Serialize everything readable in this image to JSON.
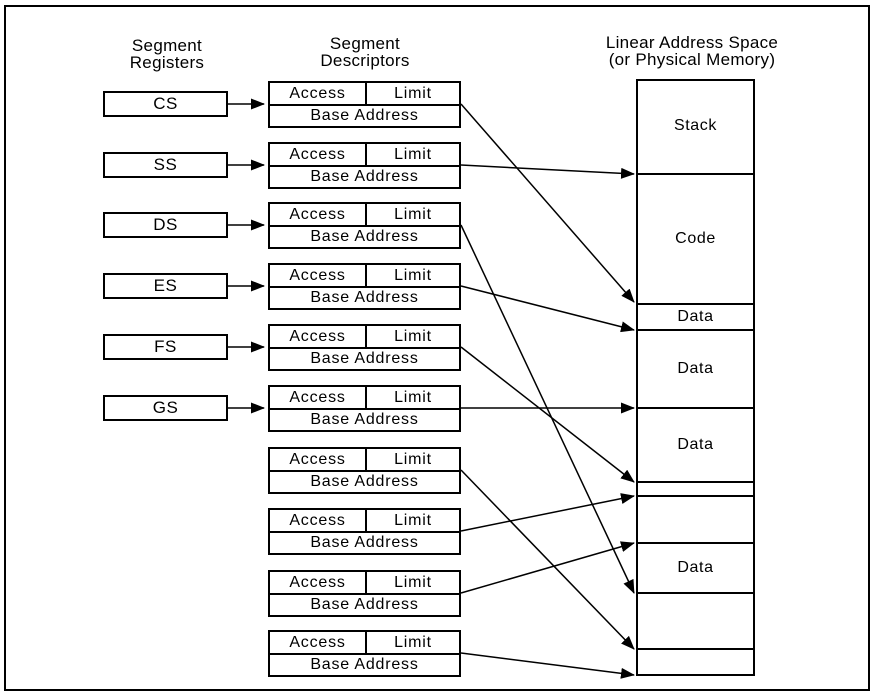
{
  "diagram": {
    "registers_column": {
      "heading": [
        "Segment",
        "Registers"
      ],
      "items": [
        "CS",
        "SS",
        "DS",
        "ES",
        "FS",
        "GS"
      ]
    },
    "descriptors_column": {
      "heading": [
        "Segment",
        "Descriptors"
      ],
      "descriptor_count": 10,
      "cell_labels": {
        "access": "Access",
        "limit": "Limit",
        "base_address": "Base Address"
      }
    },
    "memory_column": {
      "heading": [
        "Linear Address Space",
        "(or Physical Memory)"
      ],
      "segment_labels": [
        "Stack",
        "Code",
        "Data",
        "Data",
        "Data",
        "Data"
      ]
    },
    "colors": {
      "line": "#000000",
      "background": "#ffffff",
      "text": "#000000"
    }
  }
}
